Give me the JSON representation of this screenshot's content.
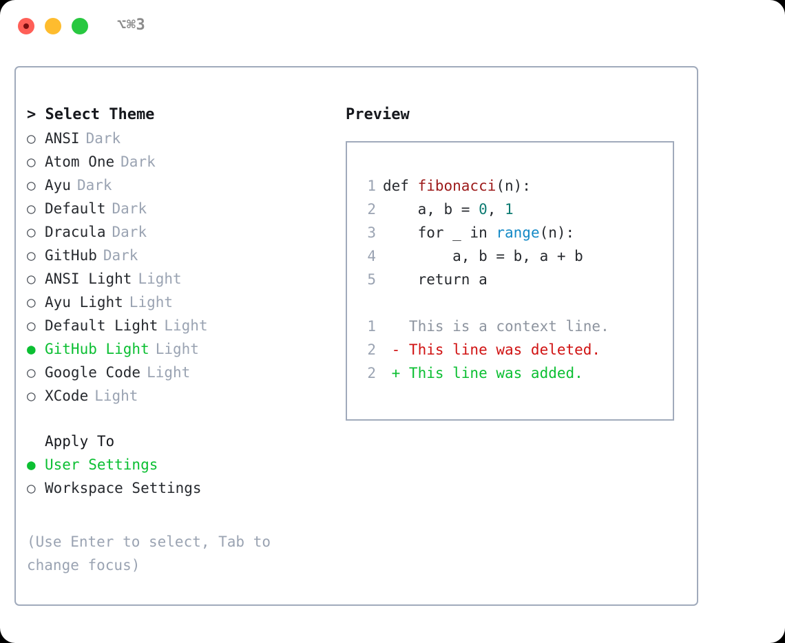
{
  "window": {
    "title": "⌥⌘3",
    "traffic_lights": [
      {
        "name": "close-button",
        "color": "#ff5f57"
      },
      {
        "name": "minimize-button",
        "color": "#febc2e"
      },
      {
        "name": "maximize-button",
        "color": "#28c840"
      }
    ]
  },
  "theme_picker": {
    "header": "> Select Theme",
    "markers": {
      "selected": "●",
      "unselected": "○",
      "none": " "
    },
    "items": [
      {
        "label": "ANSI",
        "tag": "Dark",
        "selected": false
      },
      {
        "label": "Atom One",
        "tag": "Dark",
        "selected": false
      },
      {
        "label": "Ayu",
        "tag": "Dark",
        "selected": false
      },
      {
        "label": "Default",
        "tag": "Dark",
        "selected": false
      },
      {
        "label": "Dracula",
        "tag": "Dark",
        "selected": false
      },
      {
        "label": "GitHub",
        "tag": "Dark",
        "selected": false
      },
      {
        "label": "ANSI Light",
        "tag": "Light",
        "selected": false
      },
      {
        "label": "Ayu Light",
        "tag": "Light",
        "selected": false
      },
      {
        "label": "Default Light",
        "tag": "Light",
        "selected": false
      },
      {
        "label": "GitHub Light",
        "tag": "Light",
        "selected": true
      },
      {
        "label": "Google Code",
        "tag": "Light",
        "selected": false
      },
      {
        "label": "XCode",
        "tag": "Light",
        "selected": false
      }
    ]
  },
  "apply_to": {
    "header": "Apply To",
    "items": [
      {
        "label": "User Settings",
        "selected": true
      },
      {
        "label": "Workspace Settings",
        "selected": false
      }
    ]
  },
  "help": {
    "text": "(Use Enter to select, Tab to change focus)"
  },
  "preview": {
    "header": "Preview",
    "code_lines": [
      {
        "gutter": "1",
        "tokens": [
          {
            "text": "def ",
            "style": "plain"
          },
          {
            "text": "fibonacci",
            "style": "fn"
          },
          {
            "text": "(n):",
            "style": "plain"
          }
        ]
      },
      {
        "gutter": "2",
        "tokens": [
          {
            "text": "    a, b = ",
            "style": "plain"
          },
          {
            "text": "0",
            "style": "num"
          },
          {
            "text": ", ",
            "style": "plain"
          },
          {
            "text": "1",
            "style": "num"
          }
        ]
      },
      {
        "gutter": "3",
        "tokens": [
          {
            "text": "    for _ in ",
            "style": "plain"
          },
          {
            "text": "range",
            "style": "call"
          },
          {
            "text": "(n):",
            "style": "plain"
          }
        ]
      },
      {
        "gutter": "4",
        "tokens": [
          {
            "text": "        a, b = b, a + b",
            "style": "plain"
          }
        ]
      },
      {
        "gutter": "5",
        "tokens": [
          {
            "text": "    return a",
            "style": "plain"
          }
        ]
      }
    ],
    "diff_lines": [
      {
        "gutter": "1",
        "tokens": [
          {
            "text": "   This is a context line.",
            "style": "ctx"
          }
        ]
      },
      {
        "gutter": "2",
        "tokens": [
          {
            "text": " - This line was deleted.",
            "style": "del"
          }
        ]
      },
      {
        "gutter": "2",
        "tokens": [
          {
            "text": " + This line was added.",
            "style": "add"
          }
        ]
      }
    ]
  },
  "colors": {
    "accent_green": "#0bbf32",
    "muted": "#9aa3b2",
    "border": "#a0aabb",
    "text": "#26292e",
    "diff_add": "#0bbf32",
    "diff_del": "#d01212",
    "token_function": "#9c1a1a",
    "token_number": "#0d7b72",
    "token_call": "#1389c6"
  }
}
